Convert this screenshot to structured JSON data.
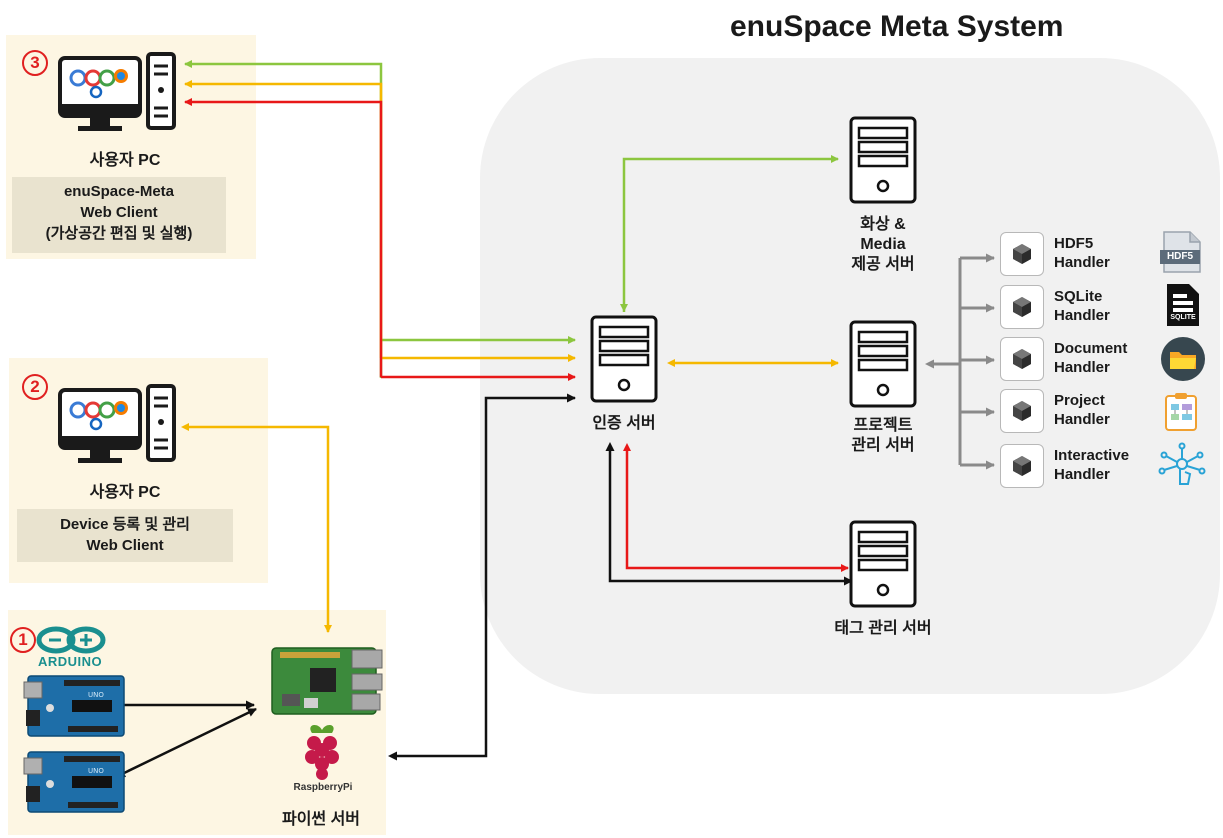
{
  "title": "enuSpace Meta System",
  "zones": {
    "pc3": {
      "number": "3",
      "pc_label": "사용자 PC",
      "box_lines": [
        "enuSpace-Meta",
        "Web Client",
        "(가상공간 편집 및 실행)"
      ]
    },
    "pc2": {
      "number": "2",
      "pc_label": "사용자 PC",
      "box_lines": [
        "Device 등록 및 관리",
        "Web Client"
      ]
    },
    "device": {
      "number": "1",
      "arduino_logo": "ARDUINO",
      "raspberry_logo": "RaspberryPi",
      "server_label": "파이썬 서버"
    }
  },
  "servers": {
    "media": [
      "화상 &",
      "Media",
      "제공 서버"
    ],
    "auth": [
      "인증 서버"
    ],
    "project": [
      "프로젝트",
      "관리 서버"
    ],
    "tag": [
      "태그 관리 서버"
    ]
  },
  "handlers": [
    {
      "lines": [
        "HDF5",
        "Handler"
      ],
      "icon": "hdf5-file-icon",
      "icon_text": "HDF5"
    },
    {
      "lines": [
        "SQLite",
        "Handler"
      ],
      "icon": "sqlite-file-icon",
      "icon_text": "SQLITE"
    },
    {
      "lines": [
        "Document",
        "Handler"
      ],
      "icon": "folder-icon",
      "icon_text": ""
    },
    {
      "lines": [
        "Project",
        "Handler"
      ],
      "icon": "clipboard-chart-icon",
      "icon_text": ""
    },
    {
      "lines": [
        "Interactive",
        "Handler"
      ],
      "icon": "touch-network-icon",
      "icon_text": ""
    }
  ],
  "colors": {
    "green": "#8cc63f",
    "yellow": "#f5b800",
    "red": "#e81818",
    "black": "#111111",
    "gray": "#8a8a8a",
    "system_bg": "#f1f1f1",
    "zone_bg": "#fdf6e3"
  }
}
